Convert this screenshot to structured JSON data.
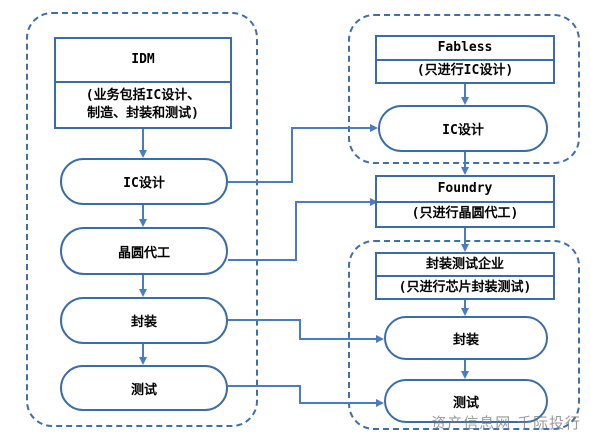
{
  "idm": {
    "title": "IDM",
    "subtitle_line1": "(业务包括IC设计、",
    "subtitle_line2": "制造、封装和测试)",
    "steps": [
      "IC设计",
      "晶圆代工",
      "封装",
      "测试"
    ]
  },
  "fabless": {
    "title": "Fabless",
    "subtitle": "(只进行IC设计)",
    "step": "IC设计"
  },
  "foundry": {
    "title": "Foundry",
    "subtitle": "(只进行晶圆代工)"
  },
  "osat": {
    "title": "封装测试企业",
    "subtitle": "(只进行芯片封装测试)",
    "steps": [
      "封装",
      "测试"
    ]
  },
  "watermark": "资产信息网 千际投行",
  "colors": {
    "stroke": "#3a6ca8",
    "arrow": "#4a7cc0",
    "group_border": "#3f6fa8"
  }
}
